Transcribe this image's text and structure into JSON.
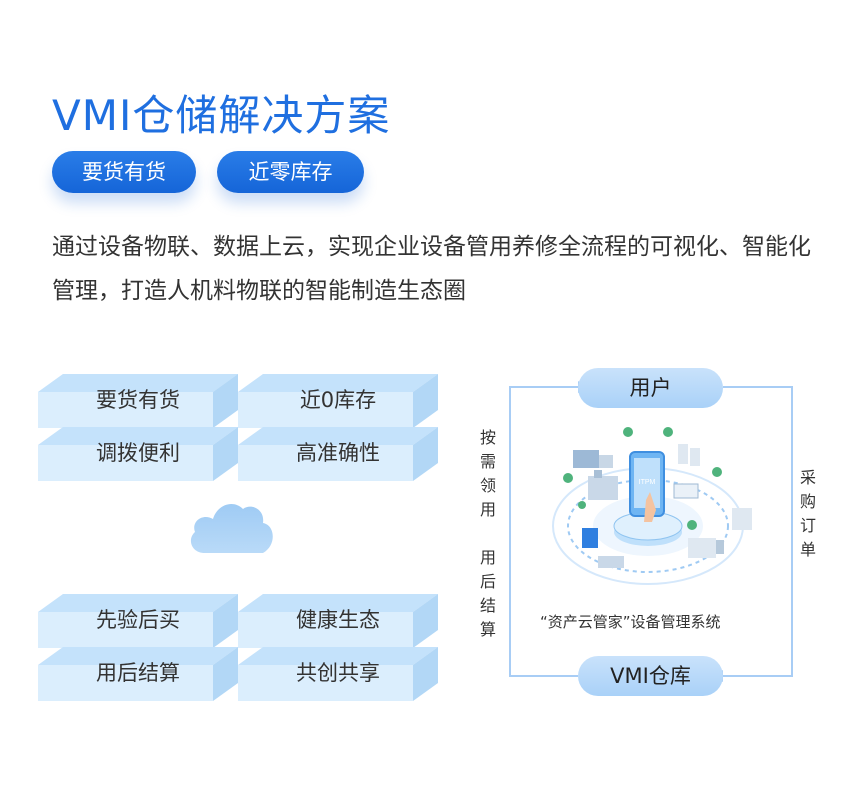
{
  "title": "VMI仓储解决方案",
  "tags": [
    "要货有货",
    "近零库存"
  ],
  "description": "通过设备物联、数据上云，实现企业设备管用养修全流程的可视化、智能化管理，打造人机料物联的智能制造生态圈",
  "features_top": [
    "要货有货",
    "近0库存",
    "调拨便利",
    "高准确性"
  ],
  "features_bottom": [
    "先验后买",
    "健康生态",
    "用后结算",
    "共创共享"
  ],
  "diagram": {
    "top_node": "用户",
    "bottom_node": "VMI仓库",
    "left_labels": [
      "按需领用",
      "用后结算"
    ],
    "right_label": "采购订单",
    "caption": "“资产云管家”设备管理系统",
    "phone_text": "ITPM"
  },
  "colors": {
    "accent": "#1f6fe0",
    "pill": "#1565d8",
    "node": "#b9d9f9",
    "tile": "#cfe7fb",
    "flow_line": "#a8cdf5"
  }
}
